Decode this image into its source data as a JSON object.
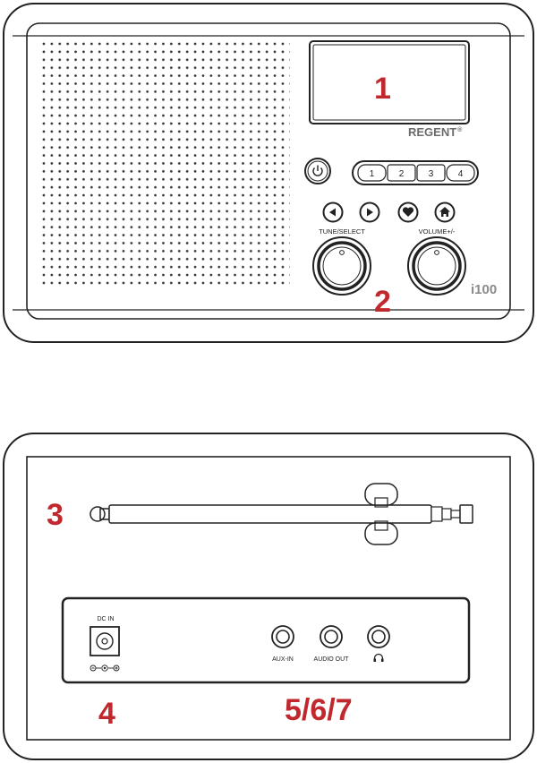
{
  "front": {
    "brand": "REGENT",
    "brand_mark": "®",
    "model": "i100",
    "presets": [
      "1",
      "2",
      "3",
      "4"
    ],
    "knob_left_label": "TUNE/SELECT",
    "knob_right_label": "VOLUME+/-",
    "icons": {
      "power": "power-icon",
      "prev": "left-arrow-icon",
      "next": "right-arrow-icon",
      "favorite": "heart-icon",
      "home": "home-icon"
    }
  },
  "back": {
    "dc_in_label": "DC IN",
    "aux_in_label": "AUX-IN",
    "audio_out_label": "AUDIO OUT",
    "headphone_icon": "headphones-icon"
  },
  "callouts": {
    "display": "1",
    "knobs": "2",
    "antenna": "3",
    "dc_in": "4",
    "ports": "5/6/7"
  },
  "colors": {
    "callout": "#c0282d",
    "outline": "#222222",
    "brand": "#6b6b6b"
  }
}
